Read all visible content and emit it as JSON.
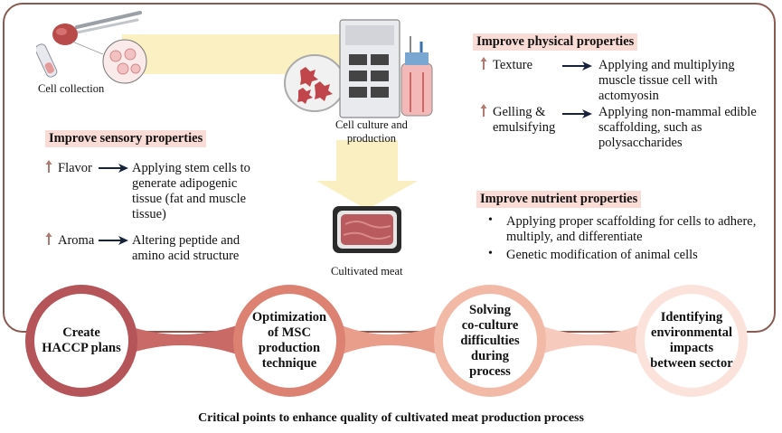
{
  "top": {
    "cell_collection": "Cell collection",
    "cell_culture": [
      "Cell culture and",
      "production"
    ],
    "cultivated_meat": "Cultivated meat"
  },
  "sensory": {
    "heading": "Improve sensory properties",
    "items": [
      {
        "label": "Flavor",
        "lines": [
          "Applying stem cells to",
          "generate adipogenic",
          "tissue (fat and muscle",
          "tissue)"
        ]
      },
      {
        "label": "Aroma",
        "lines": [
          "Altering peptide and",
          "amino acid structure"
        ]
      }
    ]
  },
  "physical": {
    "heading": "Improve physical properties",
    "items": [
      {
        "label_lines": [
          "Texture"
        ],
        "lines": [
          "Applying and multiplying",
          "muscle tissue cell with",
          "actomyosin"
        ]
      },
      {
        "label_lines": [
          "Gelling &",
          "emulsifying"
        ],
        "lines": [
          "Applying non-mammal edible",
          "scaffolding, such as",
          "polysaccharides"
        ]
      }
    ]
  },
  "nutrient": {
    "heading": "Improve nutrient properties",
    "bullets": [
      [
        "Applying proper scaffolding for cells to adhere,",
        "multiply, and differentiate"
      ],
      [
        "Genetic modification of animal cells"
      ]
    ]
  },
  "critical_points": [
    [
      "Create",
      "HACCP plans"
    ],
    [
      "Optimization",
      "of MSC",
      "production",
      "technique"
    ],
    [
      "Solving",
      "co-culture",
      "difficulties",
      "during",
      "process"
    ],
    [
      "Identifying",
      "environmental",
      "impacts",
      "between sector"
    ]
  ],
  "colors": {
    "frame": "#8a5a52",
    "highlight": "#f9dcd6",
    "up_arrow": "#b07a72",
    "right_arrow": "#17223b",
    "circle_1": "#b5555a",
    "circle_2": "#dd8172",
    "circle_3": "#f3b9a7",
    "circle_4": "#fbe2da"
  },
  "footer": "Critical points to enhance quality of cultivated meat production process"
}
